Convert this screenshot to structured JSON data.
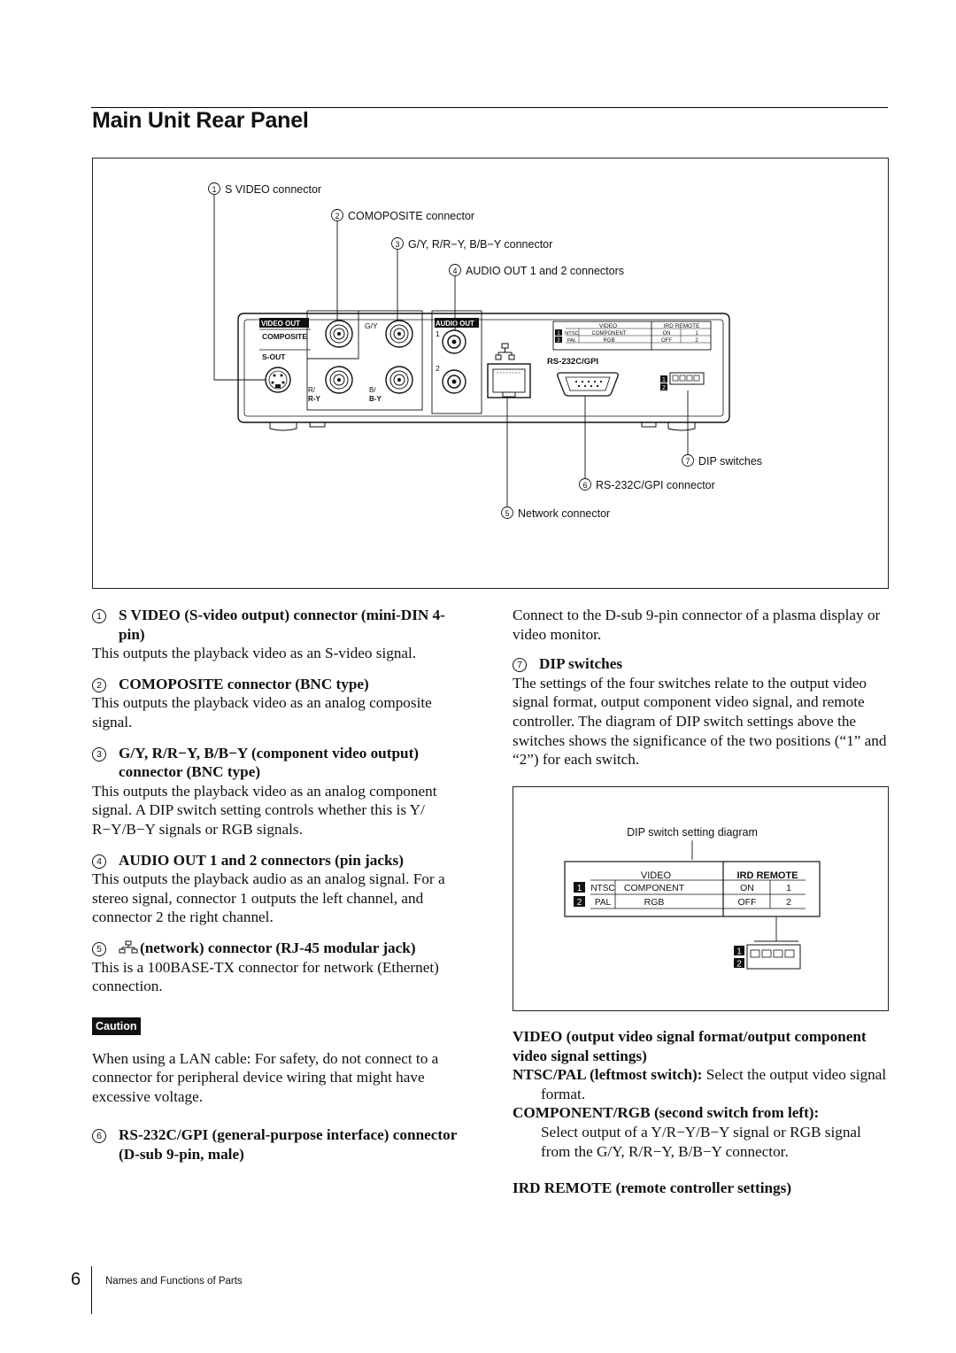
{
  "page": {
    "title": "Main Unit Rear Panel",
    "page_number": "6",
    "footer": "Names and Functions of Parts"
  },
  "diagram": {
    "callouts": [
      {
        "num": "1",
        "label": "S VIDEO connector"
      },
      {
        "num": "2",
        "label": "COMOPOSITE connector"
      },
      {
        "num": "3",
        "label": "G/Y, R/R−Y, B/B−Y connector"
      },
      {
        "num": "4",
        "label": "AUDIO OUT 1 and 2 connectors"
      },
      {
        "num": "7",
        "label": "DIP switches"
      },
      {
        "num": "6",
        "label": "RS-232C/GPI connector"
      },
      {
        "num": "5",
        "label": "Network connector"
      }
    ],
    "panel": {
      "video_out": "VIDEO OUT",
      "composite": "COMPOSITE",
      "s_out": "S-OUT",
      "gy": "G/Y",
      "ry_top": "R/",
      "ry_bottom": "R-Y",
      "by_top": "B/",
      "by_bottom": "B-Y",
      "audio_out": "AUDIO OUT",
      "audio_1": "1",
      "audio_2": "2",
      "rs232": "RS-232C/GPI",
      "table": {
        "video_header": "VIDEO",
        "ird_header": "IRD REMOTE",
        "rows": [
          {
            "n": "1",
            "a": "NTSC",
            "b": "COMPONENT",
            "c": "ON",
            "d": "1"
          },
          {
            "n": "2",
            "a": "PAL",
            "b": "RGB",
            "c": "OFF",
            "d": "2"
          }
        ]
      },
      "dip_row1": "1",
      "dip_row2": "2"
    }
  },
  "left_column": {
    "item1": {
      "num": "1",
      "heading": "S VIDEO (S-video output) connector (mini-DIN 4-pin)",
      "body": "This outputs the playback video as an S-video signal."
    },
    "item2": {
      "num": "2",
      "heading": "COMOPOSITE connector (BNC type)",
      "body": "This outputs the playback video as an analog composite signal."
    },
    "item3": {
      "num": "3",
      "heading": "G/Y, R/R−Y, B/B−Y (component video output) connector (BNC type)",
      "body": "This outputs the playback video as an analog component signal. A DIP switch setting controls whether this is Y/ R−Y/B−Y signals or RGB signals."
    },
    "item4": {
      "num": "4",
      "heading": "AUDIO OUT 1 and 2 connectors (pin jacks)",
      "body": "This outputs the playback audio as an analog signal. For a stereo signal, connector 1 outputs the left channel, and connector 2 the right channel."
    },
    "item5": {
      "num": "5",
      "heading": "(network) connector (RJ-45 modular jack)",
      "body": "This is a 100BASE-TX connector for network (Ethernet) connection."
    },
    "caution_label": "Caution",
    "caution_text": "When using a LAN cable: For safety, do not connect to a connector for peripheral device wiring that might have excessive voltage.",
    "item6": {
      "num": "6",
      "heading": "RS-232C/GPI (general-purpose interface) connector (D-sub 9-pin, male)"
    }
  },
  "right_column": {
    "item6_body": "Connect to the D-sub 9-pin connector of a plasma display or video monitor.",
    "item7": {
      "num": "7",
      "heading": "DIP switches",
      "body": "The settings of the four switches relate to the output video signal format, output component video signal, and remote controller. The diagram of DIP switch settings above the switches shows the significance of the two positions (“1” and “2”) for each switch."
    },
    "dip_diagram": {
      "caption": "DIP switch setting diagram",
      "video_header": "VIDEO",
      "ird_header": "IRD REMOTE",
      "rows": [
        {
          "n": "1",
          "a": "NTSC",
          "b": "COMPONENT",
          "c": "ON",
          "d": "1"
        },
        {
          "n": "2",
          "a": "PAL",
          "b": "RGB",
          "c": "OFF",
          "d": "2"
        }
      ],
      "dip_row1": "1",
      "dip_row2": "2"
    },
    "video_heading": "VIDEO (output video signal format/output component video signal settings)",
    "ntsc_label": "NTSC/PAL (leftmost switch):",
    "ntsc_text": " Select the output video signal format.",
    "comp_label": "COMPONENT/RGB (second switch from left):",
    "comp_text": "Select output of a Y/R−Y/B−Y signal or RGB signal from the G/Y, R/R−Y, B/B−Y connector.",
    "ird_heading": "IRD REMOTE (remote controller settings)"
  }
}
